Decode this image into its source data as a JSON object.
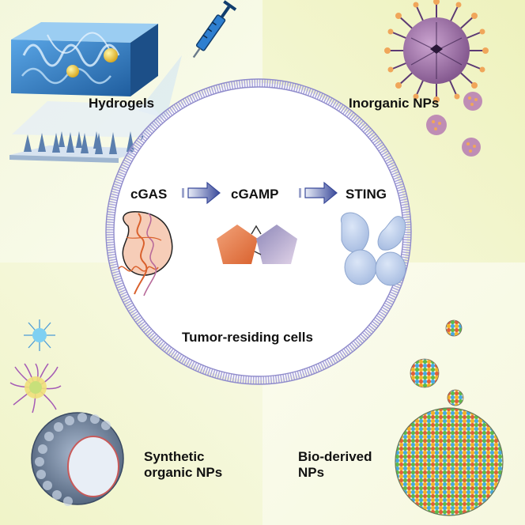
{
  "corner_labels": {
    "hydrogels": "Hydrogels",
    "inorganic": "Inorganic NPs",
    "synthetic_line1": "Synthetic",
    "synthetic_line2": "organic NPs",
    "bio_line1": "Bio-derived",
    "bio_line2": "NPs"
  },
  "pathway": {
    "step1": "cGAS",
    "step2": "cGAMP",
    "step3": "STING"
  },
  "cell_label": "Tumor-residing cells",
  "colors": {
    "membrane": "#9c99d6",
    "arrow": "#3a4a9a",
    "cgas_body": "#f6cdb8",
    "cgamp_orange": "#e57a45",
    "cgamp_lilac": "#b3a6cf",
    "sting_blue": "#b7c9e8",
    "hydrogel_blue": "#3b7fc4",
    "inorganic_purple": "#7a5a9a",
    "synthetic_gray": "#7c8ea4"
  }
}
